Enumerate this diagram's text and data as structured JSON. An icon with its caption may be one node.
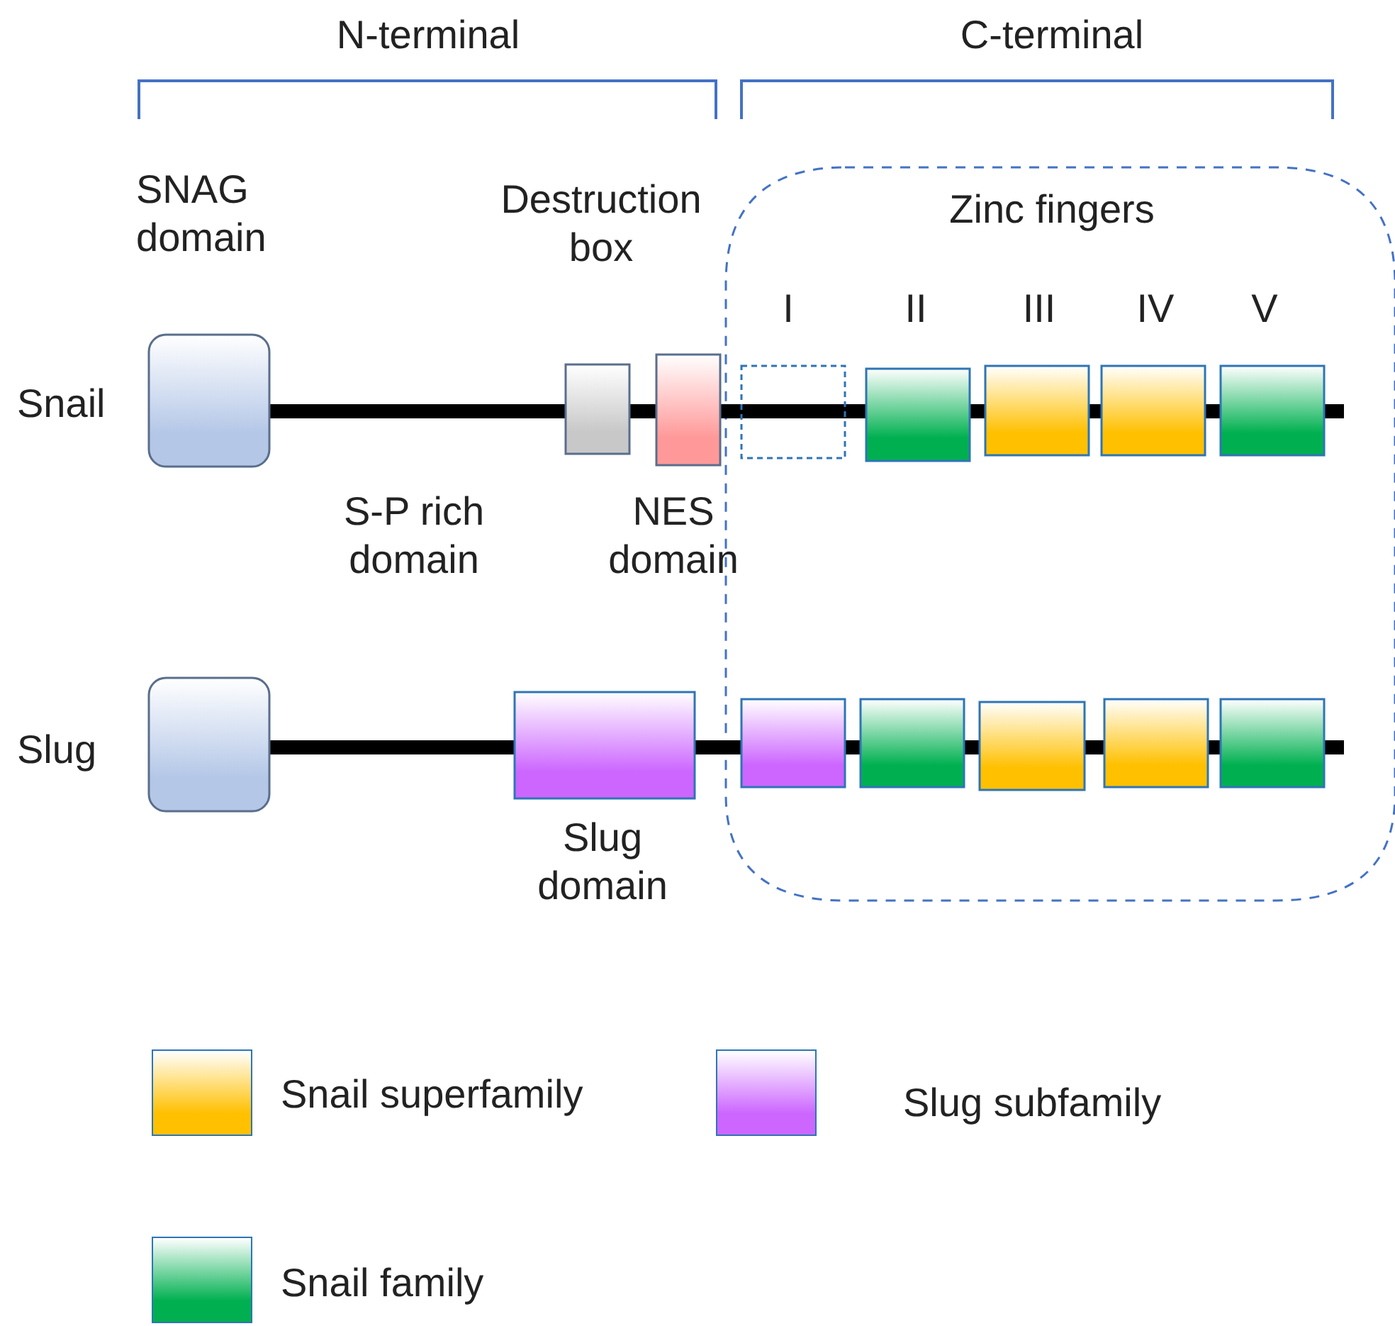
{
  "diagram": {
    "labels": [
      "N-terminal",
      "C-terminal",
      "SNAG domain",
      "Destruction box",
      "Zinc fingers",
      "I",
      "II",
      "III",
      "IV",
      "V",
      "Snail",
      "S-P rich domain",
      "NES domain",
      "Slug",
      "Slug domain"
    ],
    "legend": [
      {
        "text": "Snail superfamily",
        "color": "#ffc000"
      },
      {
        "text": "Slug subfamily",
        "color": "#cc66ff"
      },
      {
        "text": "Snail family",
        "color": "#00b050"
      }
    ]
  }
}
